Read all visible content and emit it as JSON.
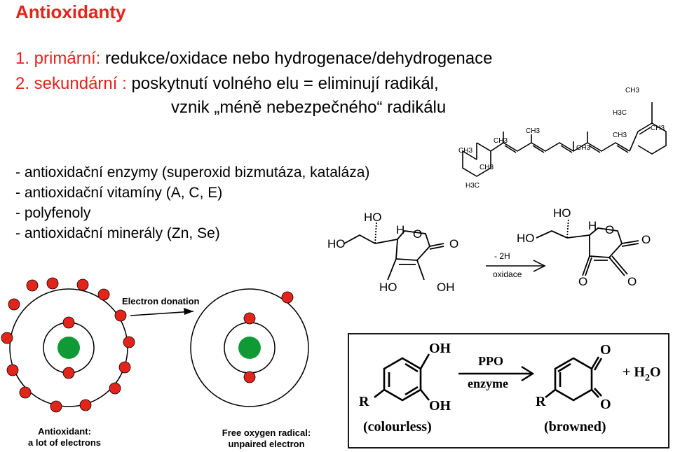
{
  "title": "Antioxidanty",
  "types": {
    "primary_label": "1. primární:",
    "primary_text": "redukce/oxidace nebo hydrogenace/dehydrogenace",
    "secondary_label": "2. sekundární :",
    "secondary_text": "poskytnutí volného elu = eliminují radikál,",
    "secondary_text2": "vznik „méně nebezpečného“ radikálu"
  },
  "list": [
    "- antioxidační enzymy (superoxid bizmutáza, kataláza)",
    "- antioxidační vitamíny (A, C, E)",
    "- polyfenoly",
    "- antioxidační  minerály (Zn, Se)"
  ],
  "ascorbic": {
    "arrow_top": "- 2H",
    "arrow_bottom": "oxidace",
    "left_labels": {
      "ho_top": "HO",
      "ho_left": "HO",
      "h": "H",
      "o_ring": "O",
      "o_carbonyl": "O",
      "ho_b1": "HO",
      "oh_b2": "OH"
    },
    "right_labels": {
      "ho_top": "HO",
      "ho_left": "HO",
      "h": "H",
      "o_ring": "O",
      "o_carbonyl": "O",
      "o_b1": "O",
      "o_b2": "O"
    }
  },
  "carotene": {
    "labels": [
      "CH3",
      "CH3",
      "CH3",
      "CH3",
      "CH3",
      "CH3",
      "CH3",
      "H3C",
      "CH3",
      "H3C"
    ]
  },
  "electron": {
    "donation_label": "Electron donation",
    "left_caption_1": "Antioxidant:",
    "left_caption_2": "a lot of electrons",
    "right_caption_1": "Free oxygen radical:",
    "right_caption_2": "unpaired electron",
    "colors": {
      "electron": "#e3241b",
      "nucleus": "#109a36"
    }
  },
  "ppo": {
    "oh_top": "OH",
    "oh_bottom": "OH",
    "r_left": "R",
    "arrow_top": "PPO",
    "arrow_bottom": "enzyme",
    "o_top": "O",
    "o_bottom": "O",
    "r_right": "R",
    "plus_water": "+ H",
    "water_sub": "2",
    "water_o": "O",
    "caption_left": "(colourless)",
    "caption_right": "(browned)"
  }
}
